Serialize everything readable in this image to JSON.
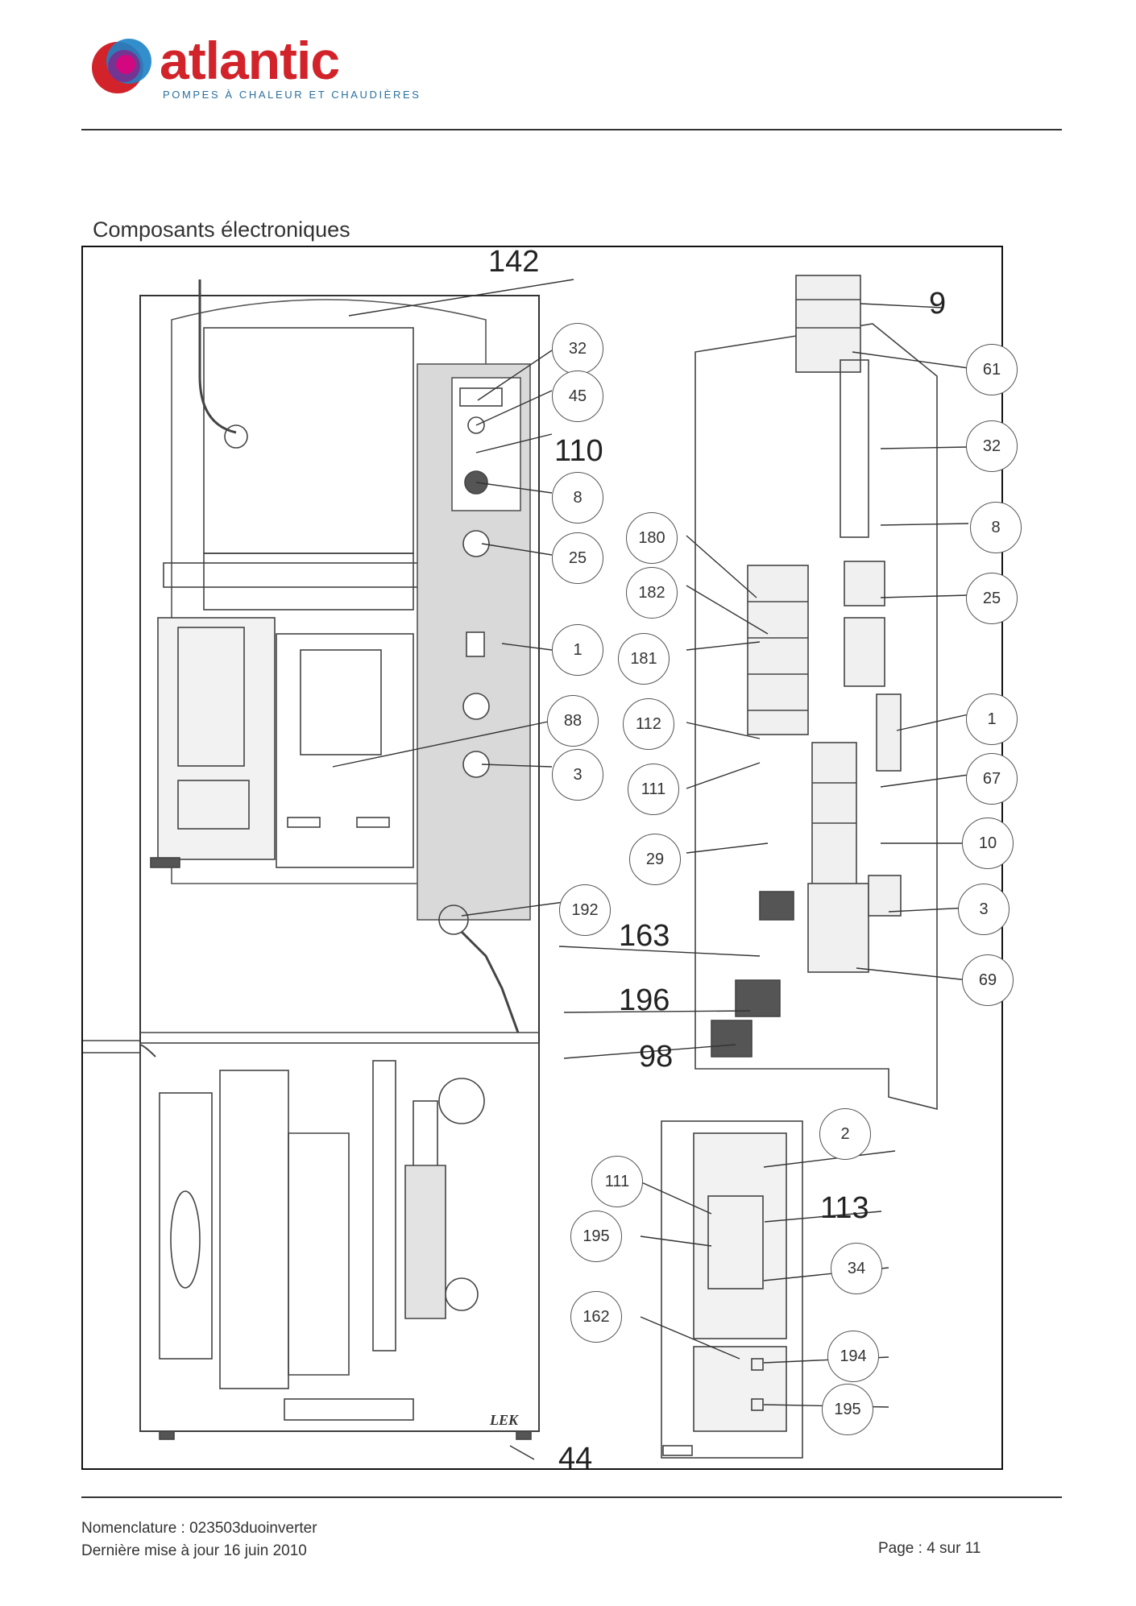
{
  "brand": {
    "name": "atlantic",
    "tagline": "POMPES À CHALEUR ET CHAUDIÈRES",
    "color": "#d2232a"
  },
  "section_title": "Composants électroniques",
  "callouts": [
    {
      "label": "32"
    },
    {
      "label": "45"
    },
    {
      "label": "8"
    },
    {
      "label": "25"
    },
    {
      "label": "1"
    },
    {
      "label": "88"
    },
    {
      "label": "3"
    },
    {
      "label": "192"
    },
    {
      "label": "180"
    },
    {
      "label": "182"
    },
    {
      "label": "181"
    },
    {
      "label": "112"
    },
    {
      "label": "111"
    },
    {
      "label": "29"
    },
    {
      "label": "61"
    },
    {
      "label": "32"
    },
    {
      "label": "8"
    },
    {
      "label": "25"
    },
    {
      "label": "1"
    },
    {
      "label": "67"
    },
    {
      "label": "10"
    },
    {
      "label": "3"
    },
    {
      "label": "69"
    },
    {
      "label": "2"
    },
    {
      "label": "111"
    },
    {
      "label": "195"
    },
    {
      "label": "34"
    },
    {
      "label": "162"
    },
    {
      "label": "194"
    },
    {
      "label": "195"
    }
  ],
  "big_labels": [
    {
      "label": "142"
    },
    {
      "label": "110"
    },
    {
      "label": "9"
    },
    {
      "label": "163"
    },
    {
      "label": "196"
    },
    {
      "label": "98"
    },
    {
      "label": "113"
    },
    {
      "label": "44"
    }
  ],
  "stamp": "LEK",
  "footer": {
    "nomenclature": "Nomenclature : 023503duoinverter",
    "updated": "Dernière mise à jour 16 juin 2010",
    "page": "Page : 4 sur 11"
  }
}
